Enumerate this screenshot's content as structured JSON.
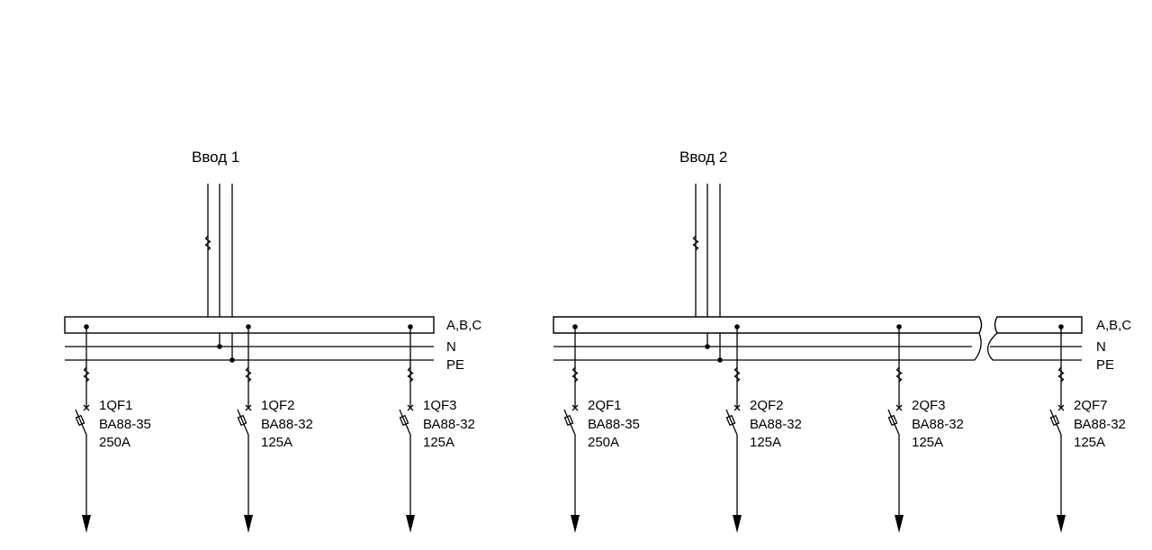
{
  "sections": [
    {
      "title": "Ввод 1",
      "bus_labels": [
        "A,B,C",
        "N",
        "PE"
      ],
      "breakers": [
        {
          "id": "1QF1",
          "model": "ВА88-35",
          "rating": "250А"
        },
        {
          "id": "1QF2",
          "model": "ВА88-32",
          "rating": "125А"
        },
        {
          "id": "1QF3",
          "model": "ВА88-32",
          "rating": "125А"
        }
      ]
    },
    {
      "title": "Ввод 2",
      "bus_labels": [
        "A,B,C",
        "N",
        "PE"
      ],
      "breakers": [
        {
          "id": "2QF1",
          "model": "ВА88-35",
          "rating": "250А"
        },
        {
          "id": "2QF2",
          "model": "ВА88-32",
          "rating": "125А"
        },
        {
          "id": "2QF3",
          "model": "ВА88-32",
          "rating": "125А"
        },
        {
          "id": "2QF7",
          "model": "ВА88-32",
          "rating": "125А"
        }
      ]
    }
  ]
}
